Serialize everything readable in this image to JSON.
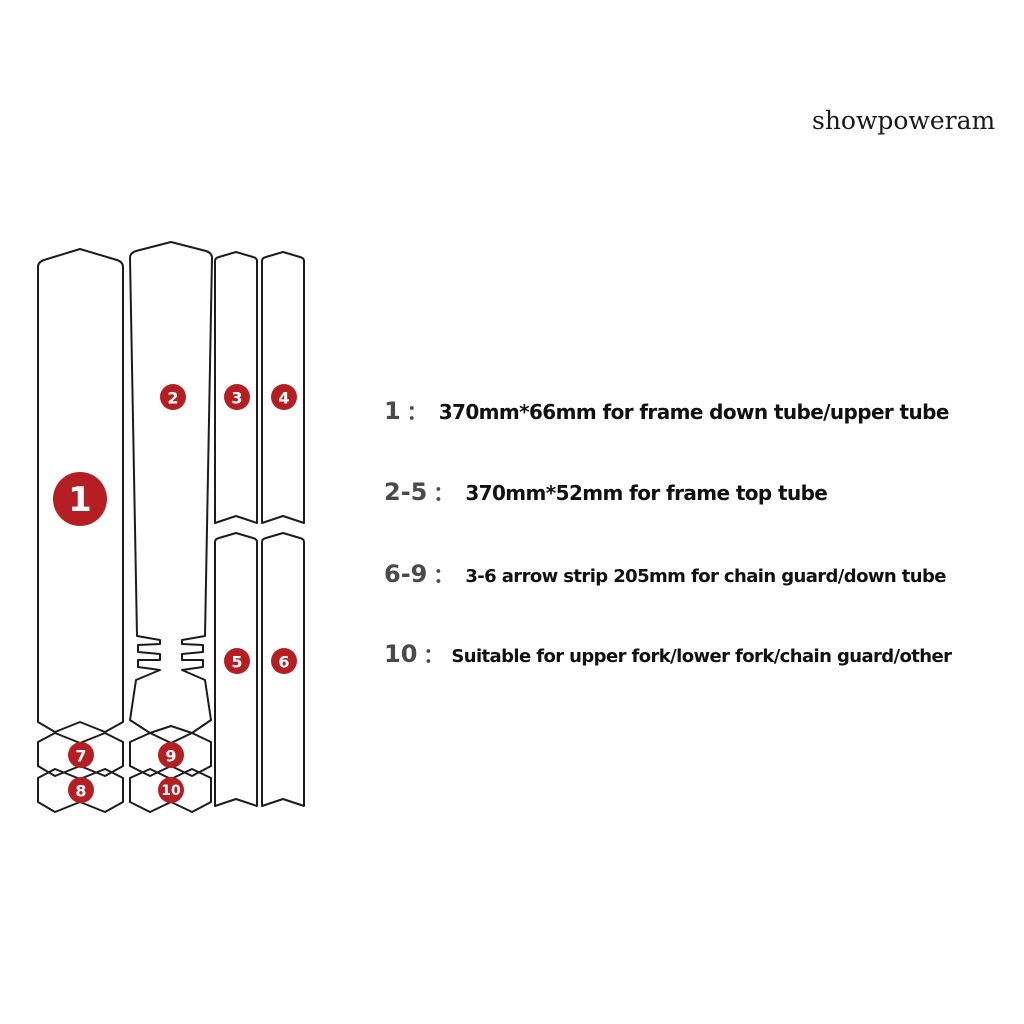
{
  "watermark": "showpoweram",
  "colors": {
    "badge": "#b51f24",
    "outline": "#1c1c1c",
    "key_text": "#4a4a4a",
    "desc_text": "#111111"
  },
  "pieces": [
    {
      "id": 1,
      "label": "1"
    },
    {
      "id": 2,
      "label": "2"
    },
    {
      "id": 3,
      "label": "3"
    },
    {
      "id": 4,
      "label": "4"
    },
    {
      "id": 5,
      "label": "5"
    },
    {
      "id": 6,
      "label": "6"
    },
    {
      "id": 7,
      "label": "7"
    },
    {
      "id": 8,
      "label": "8"
    },
    {
      "id": 9,
      "label": "9"
    },
    {
      "id": 10,
      "label": "10"
    }
  ],
  "legend": [
    {
      "key": "1",
      "desc": "370mm*66mm for frame down tube/upper tube"
    },
    {
      "key": "2-5",
      "desc": "370mm*52mm for frame top tube"
    },
    {
      "key": "6-9",
      "desc": "3-6 arrow strip 205mm for chain guard/down tube"
    },
    {
      "key": "10",
      "desc": "Suitable for upper fork/lower fork/chain guard/other"
    }
  ],
  "separator": "："
}
